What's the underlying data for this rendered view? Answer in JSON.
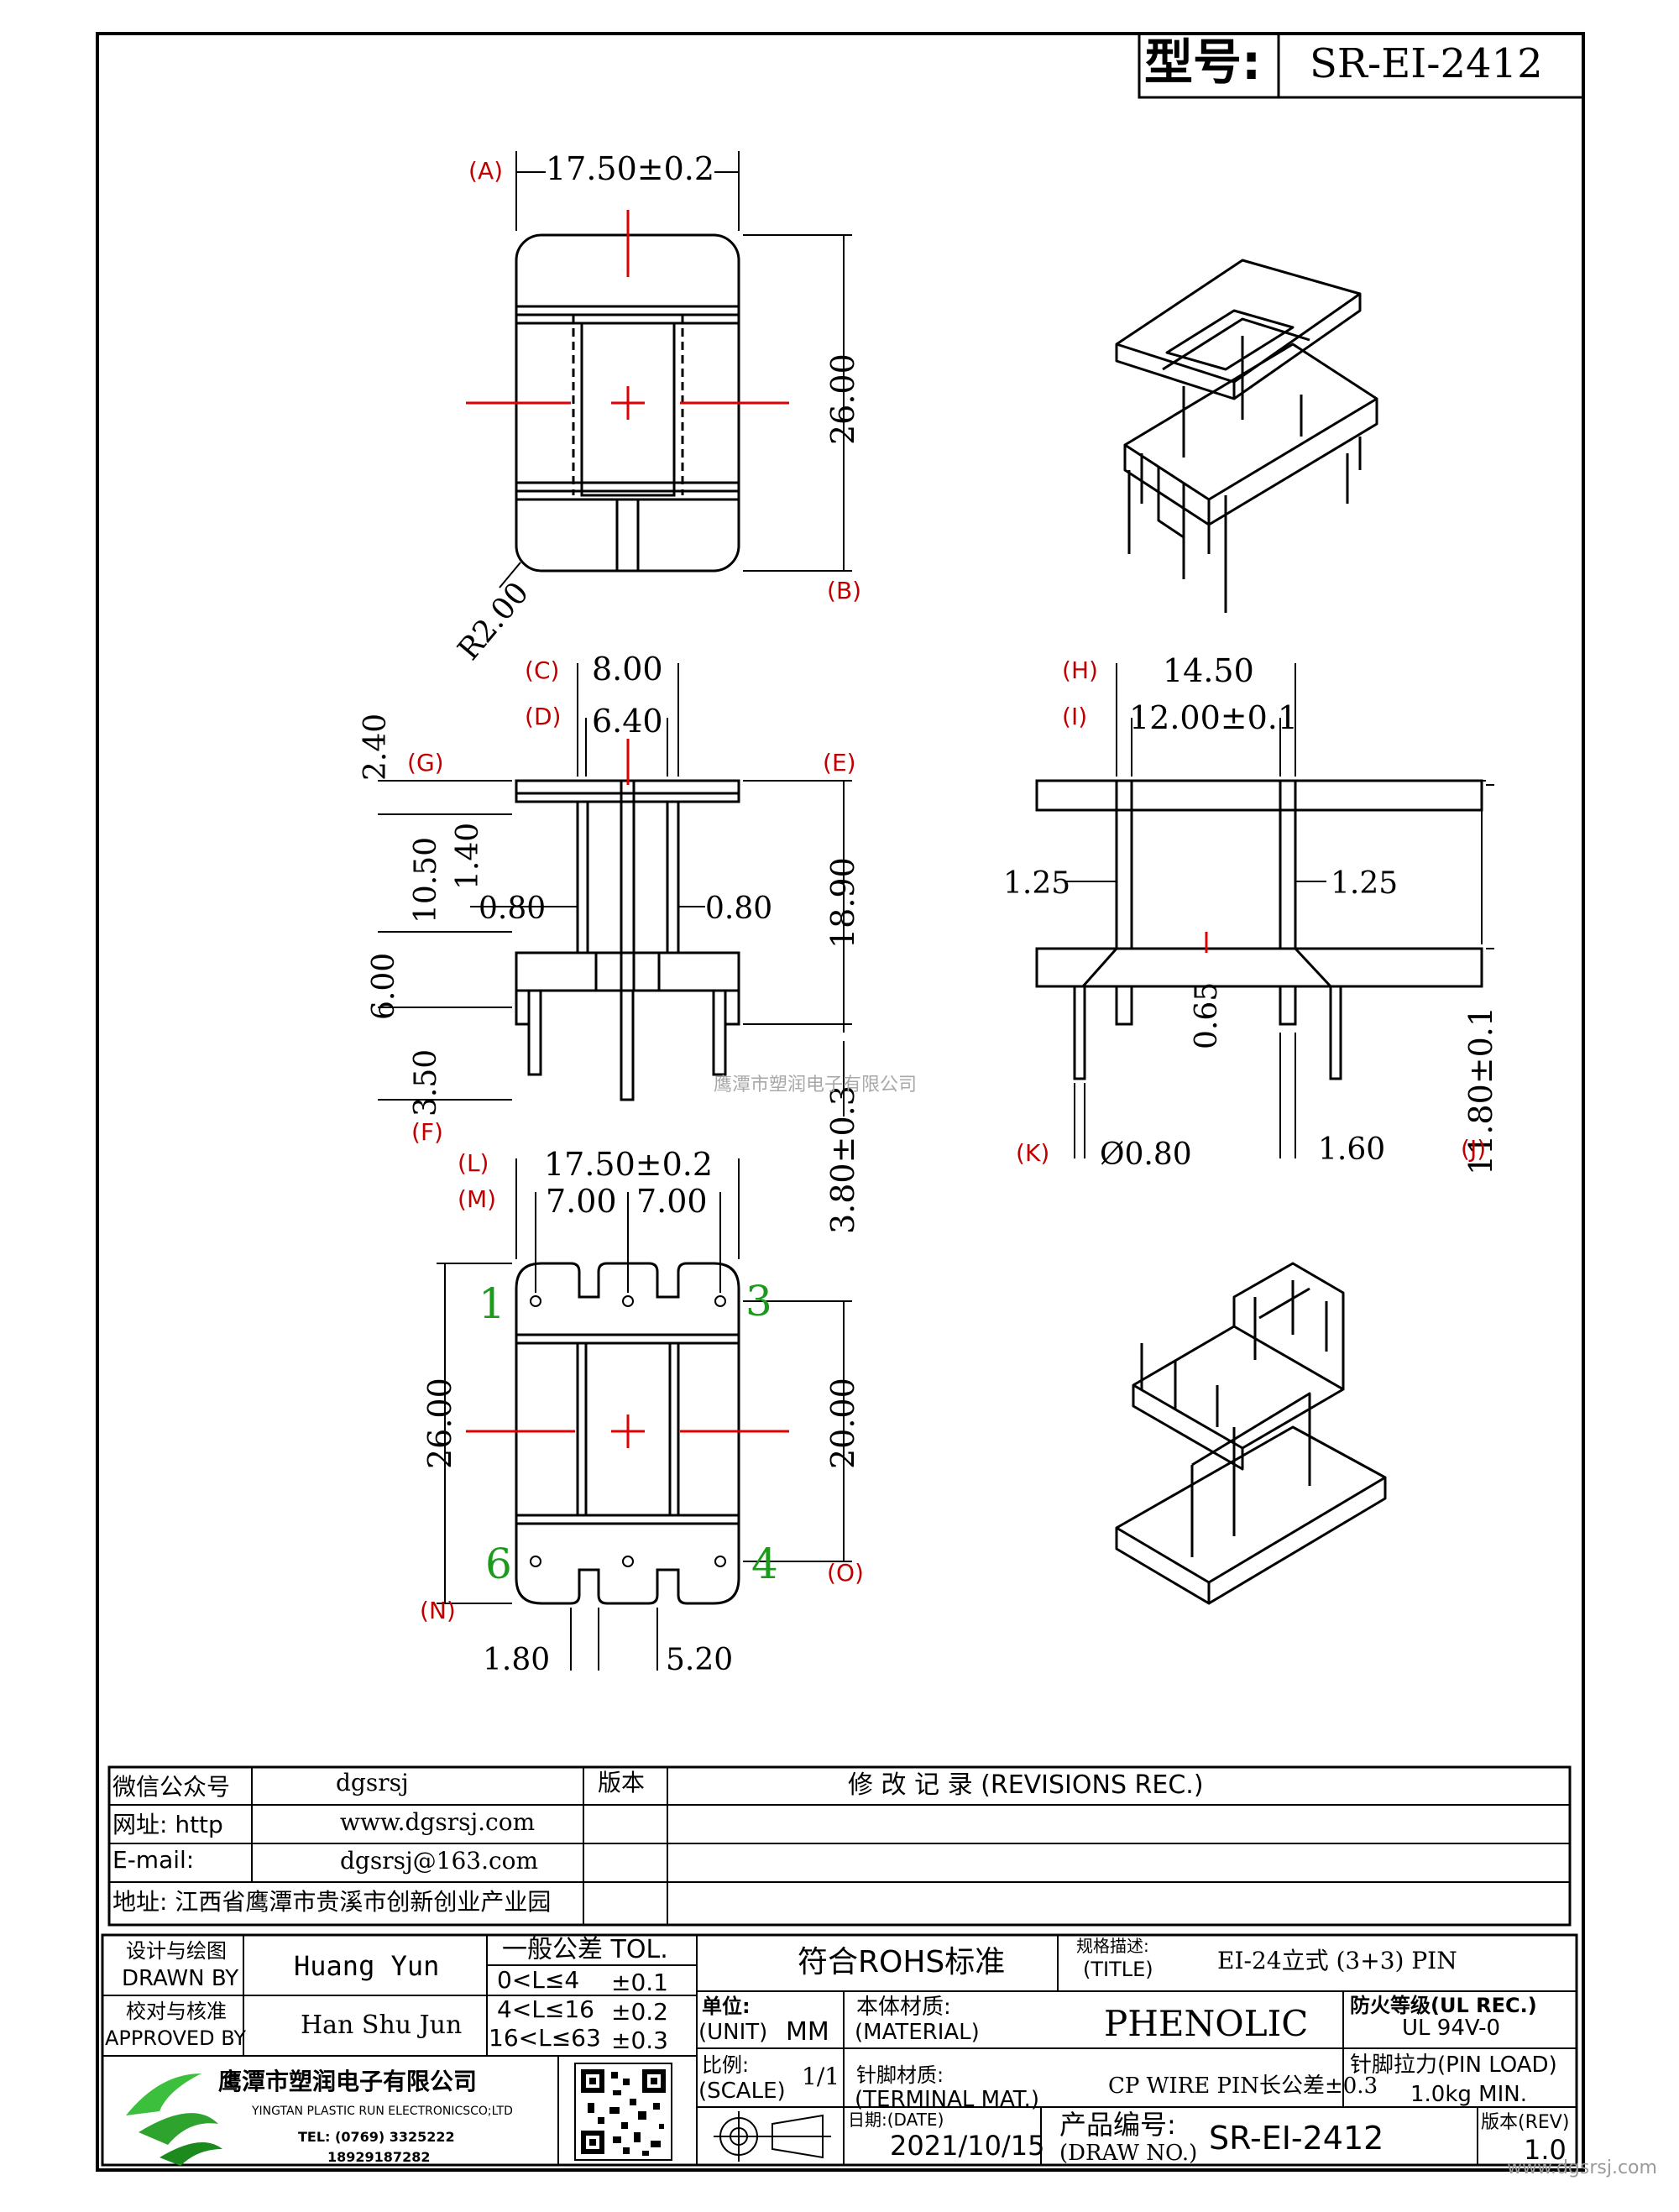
{
  "title_block": {
    "model_label": "型号:",
    "model_value": "SR-EI-2412"
  },
  "dimensions": {
    "top_view": {
      "width": "17.50±0.2",
      "height": "26.00",
      "radius": "R2.00",
      "ref_a": "A",
      "ref_b": "B"
    },
    "front_view": {
      "outer": "8.00",
      "inner": "6.40",
      "flange_top": "2.40",
      "flange_inner": "1.40",
      "mid": "10.50",
      "wall_left": "0.80",
      "wall_right": "0.80",
      "total": "18.90",
      "base": "6.00",
      "pin_len": "3.50",
      "pin_total": "3.80±0.3",
      "ref_c": "C",
      "ref_d": "D",
      "ref_g": "G",
      "ref_e": "E",
      "ref_f": "F"
    },
    "side_view": {
      "outer": "14.50",
      "inner": "12.00±0.1",
      "wall_left": "1.25",
      "wall_right": "1.25",
      "gap": "0.65",
      "height": "11.80±0.1",
      "pin_dia": "Ø0.80",
      "pin_off": "1.60",
      "ref_h": "H",
      "ref_i": "I",
      "ref_j": "J",
      "ref_k": "K"
    },
    "bottom_view": {
      "width": "17.50±0.2",
      "pitch_left": "7.00",
      "pitch_right": "7.00",
      "height": "26.00",
      "row_span": "20.00",
      "edge": "1.80",
      "slot": "5.20",
      "ref_l": "L",
      "ref_m": "M",
      "ref_n": "N",
      "ref_o": "O",
      "pins": [
        "1",
        "3",
        "6",
        "4"
      ]
    }
  },
  "watermark": "鹰潭市塑润电子有限公司",
  "info": {
    "wechat_label": "微信公众号",
    "wechat_value": "dgsrsj",
    "web_label": "网址: http",
    "web_value": "www.dgsrsj.com",
    "email_label": "E-mail:",
    "email_value": "dgsrsj@163.com",
    "address": "地址: 江西省鹰潭市贵溪市创新创业产业园",
    "version_label": "版本",
    "revisions_label": "修 改 记 录  (REVISIONS REC.)"
  },
  "block": {
    "drawn_cn": "设计与绘图",
    "drawn_en": "DRAWN BY",
    "drawn_name": "Huang  Yun",
    "approved_cn": "校对与核准",
    "approved_en": "APPROVED BY",
    "approved_name": "Han Shu Jun",
    "tol_title": "一般公差 TOL.",
    "tol_rows": [
      {
        "range": "0<L≤4",
        "tol": "±0.1"
      },
      {
        "range": "4<L≤16",
        "tol": "±0.2"
      },
      {
        "range": "16<L≤63",
        "tol": "±0.3"
      }
    ],
    "rohs": "符合ROHS标准",
    "spec_cn": "规格描述:",
    "spec_en": "(TITLE)",
    "spec_value": "EI-24立式 (3+3) PIN",
    "unit_cn": "单位:",
    "unit_en": "(UNIT)",
    "unit_value": "MM",
    "material_cn": "本体材质:",
    "material_en": "(MATERIAL)",
    "material_value": "PHENOLIC",
    "fire_cn": "防火等级(UL REC.)",
    "fire_value": "UL 94V-0",
    "scale_cn": "比例:",
    "scale_en": "(SCALE)",
    "scale_value": "1/1",
    "terminal_cn": "针脚材质:",
    "terminal_en": "(TERMINAL MAT.)",
    "terminal_value": "CP WIRE  PIN长公差±0.3",
    "pinload_cn": "针脚拉力(PIN LOAD)",
    "pinload_value": "1.0kg MIN.",
    "date_label": "日期:(DATE)",
    "date_value": "2021/10/15",
    "drawno_cn": "产品编号:",
    "drawno_en": "(DRAW NO.)",
    "drawno_value": "SR-EI-2412",
    "rev_label": "版本(REV)",
    "rev_value": "1.0",
    "company_cn": "鹰潭市塑润电子有限公司",
    "company_en": "YINGTAN PLASTIC RUN ELECTRONICSCO;LTD",
    "tel": "TEL: (0769) 3325222",
    "mobile": "18929187282",
    "footer_web": "www.dgsrsj.com"
  },
  "colors": {
    "line": "#000000",
    "center": "#e00000",
    "pin_label": "#1c9a1c",
    "ref": "#c00000"
  }
}
